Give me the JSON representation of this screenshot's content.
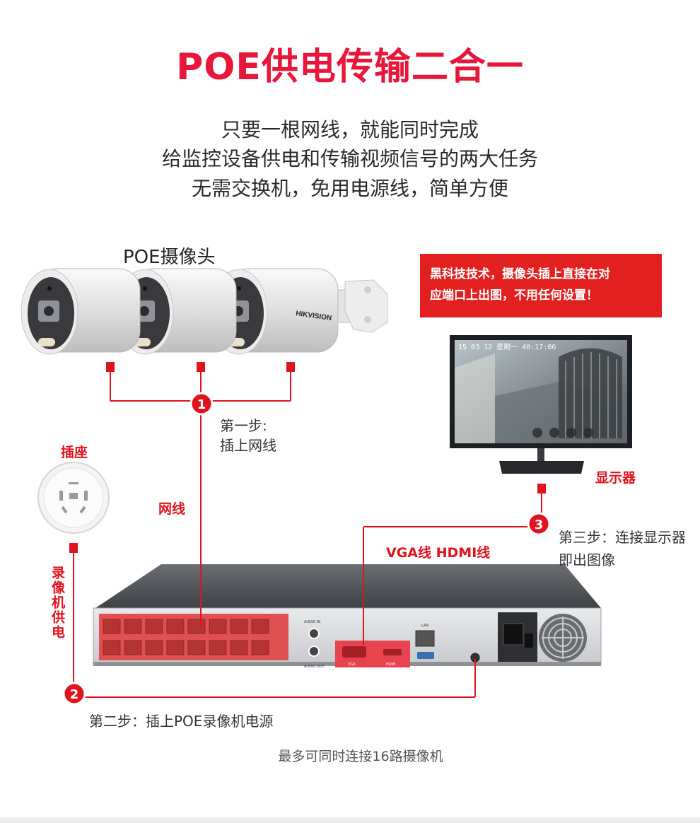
{
  "colors": {
    "accent": "#e8163a",
    "line_red": "#e0141e",
    "notice_bg": "#e32020"
  },
  "header": {
    "title": "POE供电传输二合一",
    "lines": [
      "只要一根网线，就能同时完成",
      "给监控设备供电和传输视频信号的两大任务",
      "无需交换机，免用电源线，简单方便"
    ]
  },
  "cameras": {
    "label": "POE摄像头",
    "brand": "HIKVISION"
  },
  "notice": {
    "line1": "黑科技技术，摄像头插上直接在对",
    "line2": "应端口上出图，不用任何设置！"
  },
  "monitor": {
    "label": "显示器",
    "osd": "15 03 12  星期一  40:17:06"
  },
  "steps": [
    {
      "number": "1",
      "line1": "第一步:",
      "line2": "插上网线"
    },
    {
      "number": "2",
      "line1": "第二步：插上POE录像机电源",
      "line2": ""
    },
    {
      "number": "3",
      "line1": "第三步：连接显示器",
      "line2": "即出图像"
    }
  ],
  "labels": {
    "socket": "插座",
    "network_cable": "网线",
    "vga_hdmi": "VGA线  HDMI线",
    "recorder_power": "录像机供电"
  },
  "nvr": {
    "audio_in": "AUDIO IN",
    "audio_out": "AUDIO OUT",
    "vga": "VGA",
    "hdmi": "HDMI",
    "lan": "LAN"
  },
  "footer": {
    "note": "最多可同时连接16路摄像机"
  }
}
